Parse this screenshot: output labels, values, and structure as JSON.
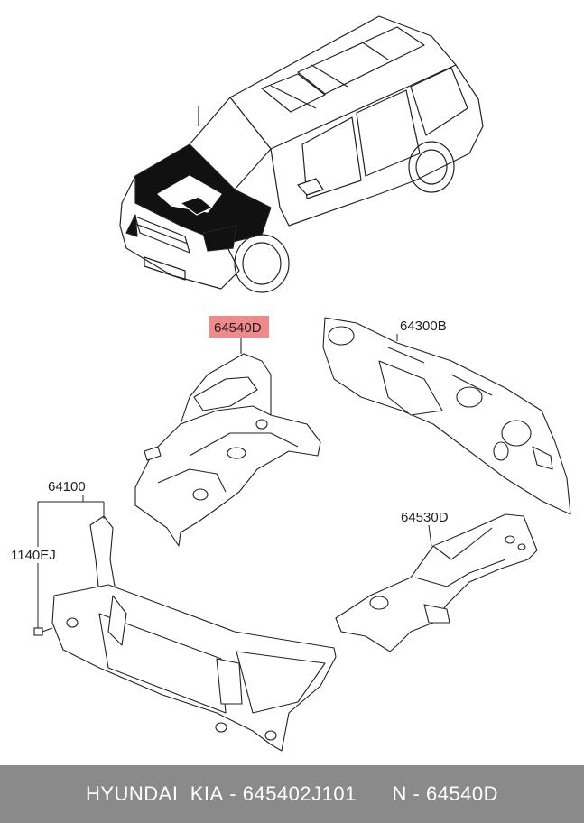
{
  "labels": {
    "part_64540d": "64540D",
    "part_64300b": "64300B",
    "part_64100": "64100",
    "part_1140ej": "1140EJ",
    "part_64530d": "64530D"
  },
  "highlight_color": "#f08a8a",
  "footer": {
    "brand": "HYUNDAI  KIA",
    "part_number": "- 645402J101",
    "ref": "N - 64540D"
  },
  "icons": {
    "car": "suv-illustration",
    "apron": "fender-apron-panel",
    "dash": "dash-panel",
    "carrier": "radiator-support-carrier",
    "apron_rh": "fender-apron-rh",
    "bolt": "bolt"
  }
}
